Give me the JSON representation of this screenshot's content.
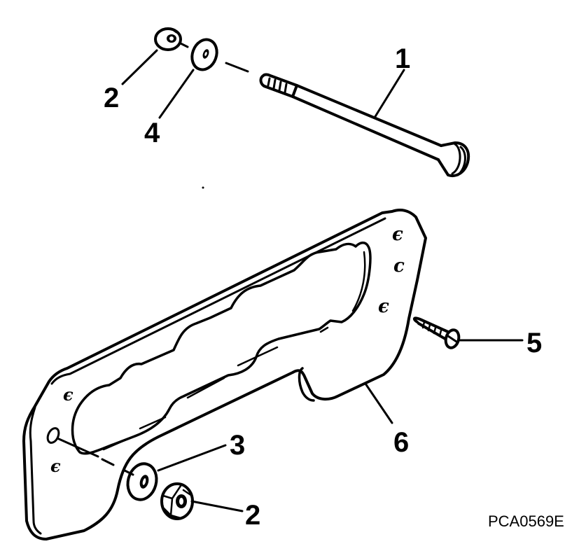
{
  "diagram": {
    "type": "exploded-parts-view",
    "figure_code": "PCA0569E",
    "colors": {
      "ink": "#000000",
      "background": "#ffffff"
    },
    "callouts": [
      {
        "id": "1",
        "label": "1",
        "part": "long bolt"
      },
      {
        "id": "2a",
        "label": "2",
        "part": "hex nut (upper)"
      },
      {
        "id": "4",
        "label": "4",
        "part": "washer (upper)"
      },
      {
        "id": "5",
        "label": "5",
        "part": "screw"
      },
      {
        "id": "6",
        "label": "6",
        "part": "bracket plate"
      },
      {
        "id": "3",
        "label": "3",
        "part": "washer (lower)"
      },
      {
        "id": "2b",
        "label": "2",
        "part": "hex nut (lower)"
      }
    ]
  }
}
